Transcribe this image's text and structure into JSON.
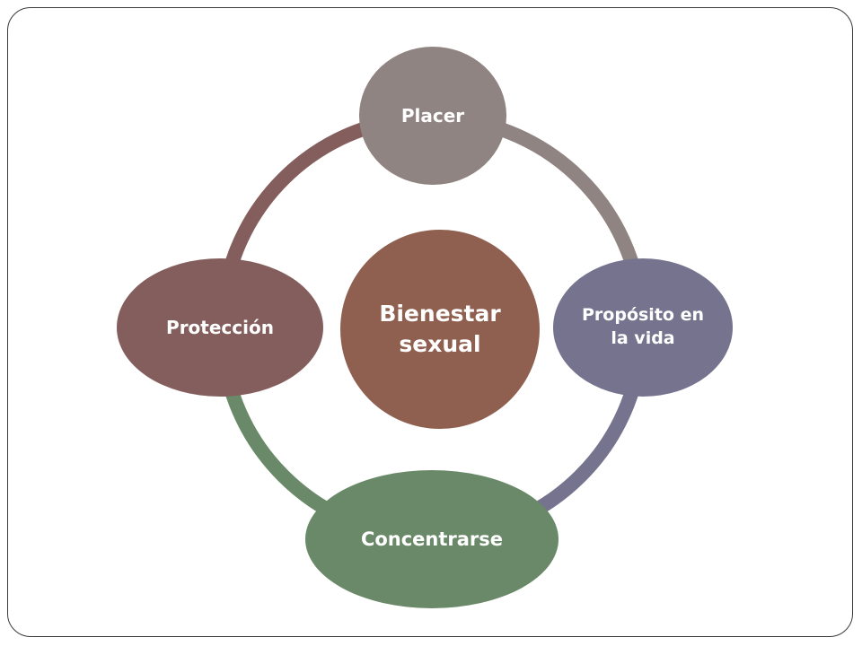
{
  "diagram": {
    "center": {
      "label": "Bienestar sexual",
      "color": "#8f604f"
    },
    "nodes": [
      {
        "id": "placer",
        "label": "Placer",
        "color": "#8f8481"
      },
      {
        "id": "proposito",
        "label": "Propósito en la vida",
        "color": "#76738e"
      },
      {
        "id": "concentrarse",
        "label": "Concentrarse",
        "color": "#6a8968"
      },
      {
        "id": "proteccion",
        "label": "Protección",
        "color": "#845e5c"
      }
    ],
    "ring_colors": {
      "top_right": "#8f8481",
      "bottom_right": "#76738e",
      "bottom_left": "#6a8968",
      "top_left": "#845e5c"
    }
  }
}
